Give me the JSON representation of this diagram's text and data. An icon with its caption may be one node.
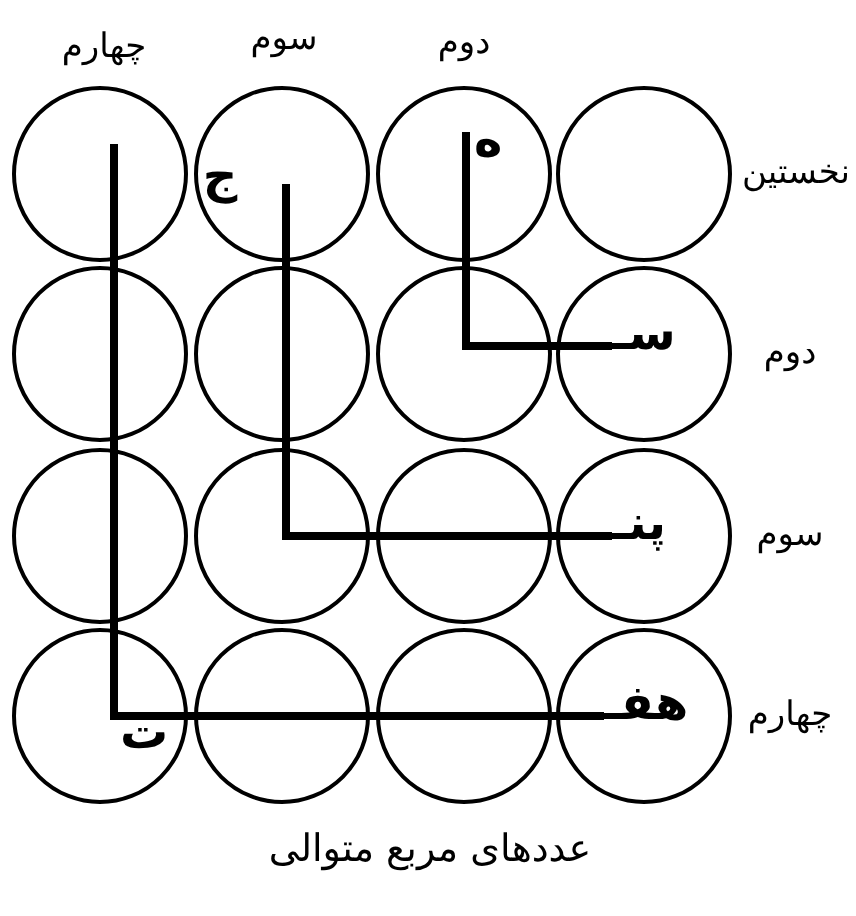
{
  "diagram": {
    "caption": "عددهای مربع متوالی",
    "nodes": [
      {
        "text": [],
        "shape": "circle"
      },
      {
        "text": [],
        "shape": "circle"
      },
      {
        "text": [],
        "shape": "circle"
      },
      {
        "text": [],
        "shape": "circle"
      },
      {
        "text": [],
        "shape": "circle"
      },
      {
        "text": [],
        "shape": "circle"
      },
      {
        "text": [],
        "shape": "circle"
      },
      {
        "text": [],
        "shape": "circle"
      },
      {
        "text": [],
        "shape": "circle"
      },
      {
        "text": [],
        "shape": "circle"
      },
      {
        "text": [],
        "shape": "circle"
      },
      {
        "text": [],
        "shape": "circle"
      },
      {
        "text": [],
        "shape": "circle"
      },
      {
        "text": [],
        "shape": "circle"
      },
      {
        "text": [],
        "shape": "circle"
      },
      {
        "text": [],
        "shape": "circle"
      }
    ],
    "labels": [
      "دوم",
      "سوم",
      "چهارم",
      "نخستین",
      "دوم",
      "سوم",
      "چهارم",
      "ه",
      "ج",
      "سـ",
      "پنـ",
      "هفـ",
      "ت"
    ]
  }
}
